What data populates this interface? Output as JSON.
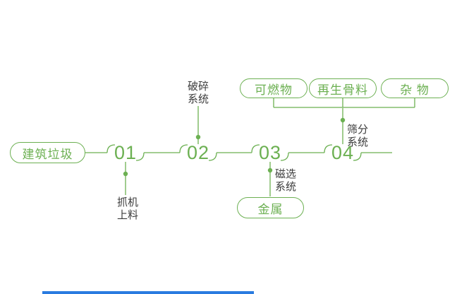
{
  "colors": {
    "flow_green": "#6CB052",
    "label_text": "#3C3C3C",
    "bottom_bar_blue": "#2A7BE0"
  },
  "source_pill": {
    "label": "建筑垃圾"
  },
  "steps": [
    {
      "number": "01",
      "system_label": "抓机\n上料"
    },
    {
      "number": "02",
      "system_label": "破碎\n系统"
    },
    {
      "number": "03",
      "system_label": "磁选\n系统",
      "output_pill": "金属"
    },
    {
      "number": "04",
      "system_label": "筛分\n系统",
      "output_pills": [
        "可燃物",
        "再生骨料",
        "杂 物"
      ]
    }
  ]
}
